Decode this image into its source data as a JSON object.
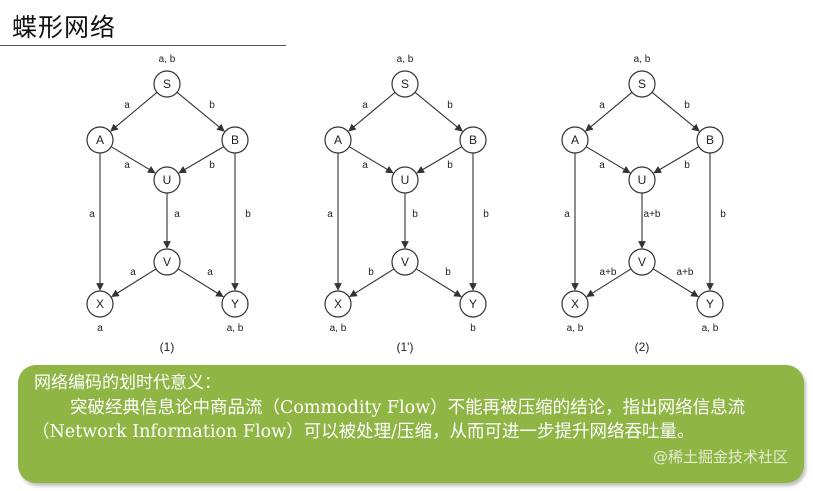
{
  "title": "蝶形网络",
  "diagrams": [
    {
      "caption": "(1)",
      "top_label": "a,  b",
      "edges": [
        {
          "from": "S",
          "to": "A",
          "label": "a"
        },
        {
          "from": "S",
          "to": "B",
          "label": "b"
        },
        {
          "from": "A",
          "to": "U",
          "label": "a"
        },
        {
          "from": "B",
          "to": "U",
          "label": "b"
        },
        {
          "from": "A",
          "to": "X",
          "label": "a"
        },
        {
          "from": "B",
          "to": "Y",
          "label": "b"
        },
        {
          "from": "U",
          "to": "V",
          "label": "a"
        },
        {
          "from": "V",
          "to": "X",
          "label": "a"
        },
        {
          "from": "V",
          "to": "Y",
          "label": "a"
        }
      ],
      "x_recv": "a",
      "y_recv": "a,  b"
    },
    {
      "caption": "(1')",
      "top_label": "a,  b",
      "edges": [
        {
          "from": "S",
          "to": "A",
          "label": "a"
        },
        {
          "from": "S",
          "to": "B",
          "label": "b"
        },
        {
          "from": "A",
          "to": "U",
          "label": "a"
        },
        {
          "from": "B",
          "to": "U",
          "label": "b"
        },
        {
          "from": "A",
          "to": "X",
          "label": "a"
        },
        {
          "from": "B",
          "to": "Y",
          "label": "b"
        },
        {
          "from": "U",
          "to": "V",
          "label": "b"
        },
        {
          "from": "V",
          "to": "X",
          "label": "b"
        },
        {
          "from": "V",
          "to": "Y",
          "label": "b"
        }
      ],
      "x_recv": "a,  b",
      "y_recv": "b"
    },
    {
      "caption": "(2)",
      "top_label": "a,  b",
      "edges": [
        {
          "from": "S",
          "to": "A",
          "label": "a"
        },
        {
          "from": "S",
          "to": "B",
          "label": "b"
        },
        {
          "from": "A",
          "to": "U",
          "label": "a"
        },
        {
          "from": "B",
          "to": "U",
          "label": "b"
        },
        {
          "from": "A",
          "to": "X",
          "label": "a"
        },
        {
          "from": "B",
          "to": "Y",
          "label": "b"
        },
        {
          "from": "U",
          "to": "V",
          "label": "a+b"
        },
        {
          "from": "V",
          "to": "X",
          "label": "a+b"
        },
        {
          "from": "V",
          "to": "Y",
          "label": "a+b"
        }
      ],
      "x_recv": "a,  b",
      "y_recv": "a,  b"
    }
  ],
  "note": {
    "heading": "网络编码的划时代意义：",
    "body": "突破经典信息论中商品流（Commodity Flow）不能再被压缩的结论，指出网络信息流（Network Information Flow）可以被处理/压缩，从而可进一步提升网络吞吐量。",
    "bg_color": "#8fb545"
  },
  "watermark": "@稀土掘金技术社区"
}
